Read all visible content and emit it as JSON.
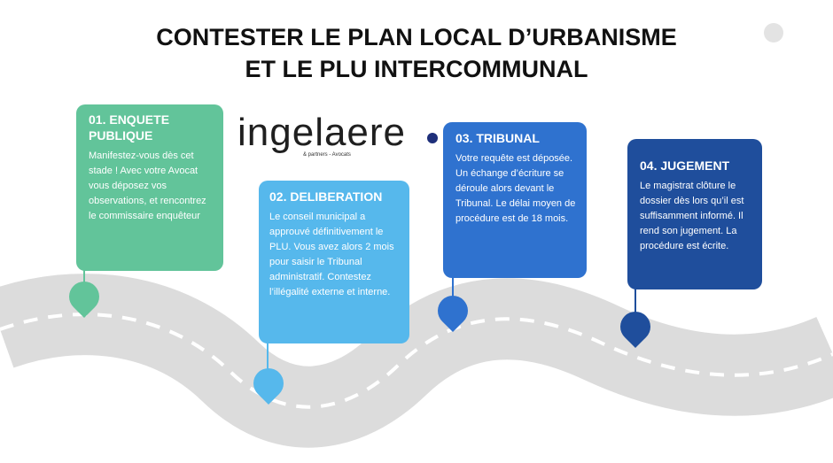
{
  "title": {
    "line1": "CONTESTER LE PLAN LOCAL D’URBANISME",
    "line2": "ET LE PLU INTERCOMMUNAL"
  },
  "logo": {
    "name": "ingelaere",
    "tagline": "& partners - Avocats"
  },
  "steps": [
    {
      "heading": "01. ENQUETE PUBLIQUE",
      "text": "Manifestez-vous dès cet stade ! Avec votre Avocat vous déposez vos observations, et rencontrez le commissaire enquêteur",
      "color": "#62c49a"
    },
    {
      "heading": "02. DELIBERATION",
      "text": "Le conseil municipal a approuvé définitivement le PLU. Vous avez alors 2 mois pour saisir le Tribunal administratif. Contestez l’illégalité externe et interne.",
      "color": "#56b8ec"
    },
    {
      "heading": "03. TRIBUNAL",
      "text": "Votre requête est déposée. Un échange d’écriture se déroule alors devant le Tribunal. Le délai moyen de procédure est de 18 mois.",
      "color": "#2f72cf"
    },
    {
      "heading": "04. JUGEMENT",
      "text": "Le magistrat clôture le dossier dès lors qu’il est suffisamment informé. Il rend son jugement. La procédure est écrite.",
      "color": "#1f4e9c"
    }
  ],
  "colors": {
    "road": "#dcdcdc",
    "road_dash": "#ffffff"
  }
}
